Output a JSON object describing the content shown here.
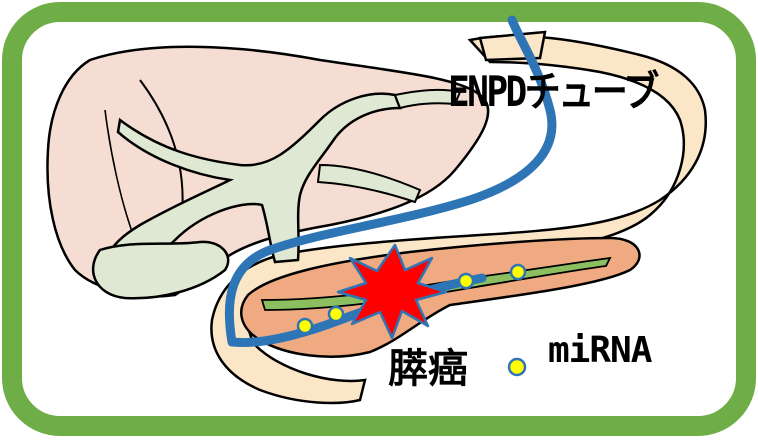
{
  "labels": {
    "tube": "ENPDチューブ",
    "cancer": "膵癌",
    "mirna": "miRNA"
  },
  "colors": {
    "frame": "#6fad46",
    "liver": "#f5ddd3",
    "duodenum": "#fbe6c8",
    "pancreas": "#f0aa82",
    "bile_duct": "#dfe8d3",
    "tube": "#2e75b6",
    "tumor": "#ff0000",
    "mirna_dot_fill": "#ffff00",
    "mirna_dot_stroke": "#2e75b6",
    "pancreatic_duct": "#8cbf5f"
  },
  "icons": {
    "tumor": "red-starburst",
    "mirna": "yellow-dot"
  }
}
